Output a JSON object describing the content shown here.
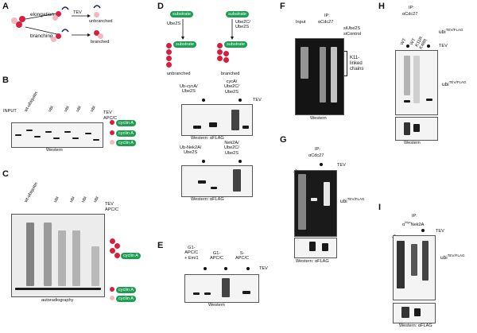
{
  "panels": {
    "A": {
      "letter": "A",
      "elongation": "elongation",
      "branching": "branching",
      "tev": "TEV",
      "unbranched": "unbranched",
      "branched": "branched"
    },
    "B": {
      "letter": "B",
      "input": "INPUT",
      "lanes": [
        "wt-ubiquitin",
        "ubi",
        "ubi",
        "ubi",
        "ubi"
      ],
      "tev": "TEV",
      "apcc": "APC/C",
      "footer": "Western",
      "cyclin": "cyclin A"
    },
    "C": {
      "letter": "C",
      "lanes": [
        "wt-ubiquitin",
        "ubi",
        "ubi",
        "ubi",
        "ubi"
      ],
      "tev": "TEV",
      "apcc": "APC/C",
      "footer": "autoradiography",
      "cyclin": "cyclin A"
    },
    "D": {
      "letter": "D",
      "substrate": "substrate",
      "ube2s": "Ube2S",
      "ube2c_ube2s": "Ube2C/\nUbe2S",
      "unbranched": "unbranched",
      "branched": "branched",
      "blot1_left": "Ub-cycA/\nUbe2S",
      "blot1_right": "cycA/\nUbe2C/\nUbe2S",
      "blot2_left": "Ub-Nek2A/\nUbe2S",
      "blot2_right": "Nek2A/\nUbe2C/\nUbe2S",
      "tev": "TEV",
      "western": "Western: αFLAG"
    },
    "E": {
      "letter": "E",
      "c1": "G1-\nAPC/C\n+ Emi1",
      "c2": "G1-\nAPC/C",
      "c3": "S-\nAPC/C",
      "tev": "TEV",
      "footer": "Western"
    },
    "F": {
      "letter": "F",
      "ip": "IP:",
      "ip_target": "αCdc27",
      "input": "Input",
      "si1": "siUbe2S",
      "si2": "siControl",
      "k11": "K11-\nlinked\nchains",
      "footer": "Western"
    },
    "G": {
      "letter": "G",
      "ip": "IP:",
      "ip_target": "αCdc27",
      "in": "IN",
      "tev": "TEV",
      "ubi": "ubi",
      "sup": "TEV/FLAG",
      "footer": "Western: αFLAG"
    },
    "H": {
      "letter": "H",
      "ip": "IP:",
      "ip_target": "αCdc27",
      "ubi": "ubi",
      "sup": "TEV/FLAG",
      "wt1": "WT",
      "wt2": "WT",
      "mut": "K11R\nK48R",
      "tev": "TEV",
      "footer": "Western"
    },
    "I": {
      "letter": "I",
      "ip": "IP:",
      "ip_target": "α",
      "ip_sup": "Myc",
      "ip_target2": "Nek2A",
      "in": "IN",
      "tev": "TEV",
      "ubi": "ubi",
      "sup": "TEV/FLAG",
      "footer": "Western: αFLAG"
    }
  },
  "colors": {
    "ubiquitin_red": "#d51f3c",
    "ubiquitin_pink": "#f2b7bf",
    "substrate_green": "#1f9e53",
    "tev_tag": "#1b1f5e"
  }
}
